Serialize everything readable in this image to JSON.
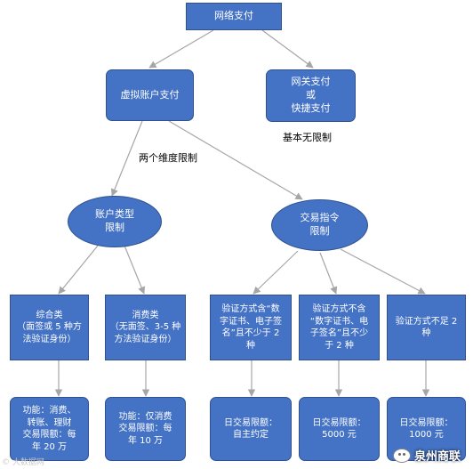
{
  "nodes": {
    "root": "网络支付",
    "virtual_account": "虚拟账户支付",
    "gateway": "网关支付\n或\n快捷支付",
    "account_type": "账户类型\n限制",
    "transaction": "交易指令\n限制",
    "comprehensive": "综合类\n（面签或 5 种方\n法验证身份）",
    "consumer": "消费类\n（无面签、3-5 种\n方法验证身份）",
    "verify_with_cert": "验证方式含“数\n字证书、电子签\n名”且不少于 2\n种",
    "verify_without_cert": "验证方式不含\n“数字证书、电\n子签名”且不少\n于 2 种",
    "verify_under_two": "验证方式不足 2\n种",
    "func_comprehensive": "功能：消费、\n转账、理财\n交易限额：每\n年 20 万",
    "func_consumer": "功能：仅消费\n交易限额：每\n年 10 万",
    "daily_self": "日交易限额：\n自主约定",
    "daily_5000": "日交易限额：\n5000 元",
    "daily_1000": "日交易限额：\n1000 元"
  },
  "labels": {
    "no_limit": "基本无限制",
    "two_dimensions": "两个维度限制"
  },
  "watermarks": {
    "left": "© 大数据网",
    "right": "泉州商联"
  },
  "colors": {
    "node_fill": "#4472c4",
    "node_border": "#2f528f",
    "arrow": "#a6a6a6"
  }
}
